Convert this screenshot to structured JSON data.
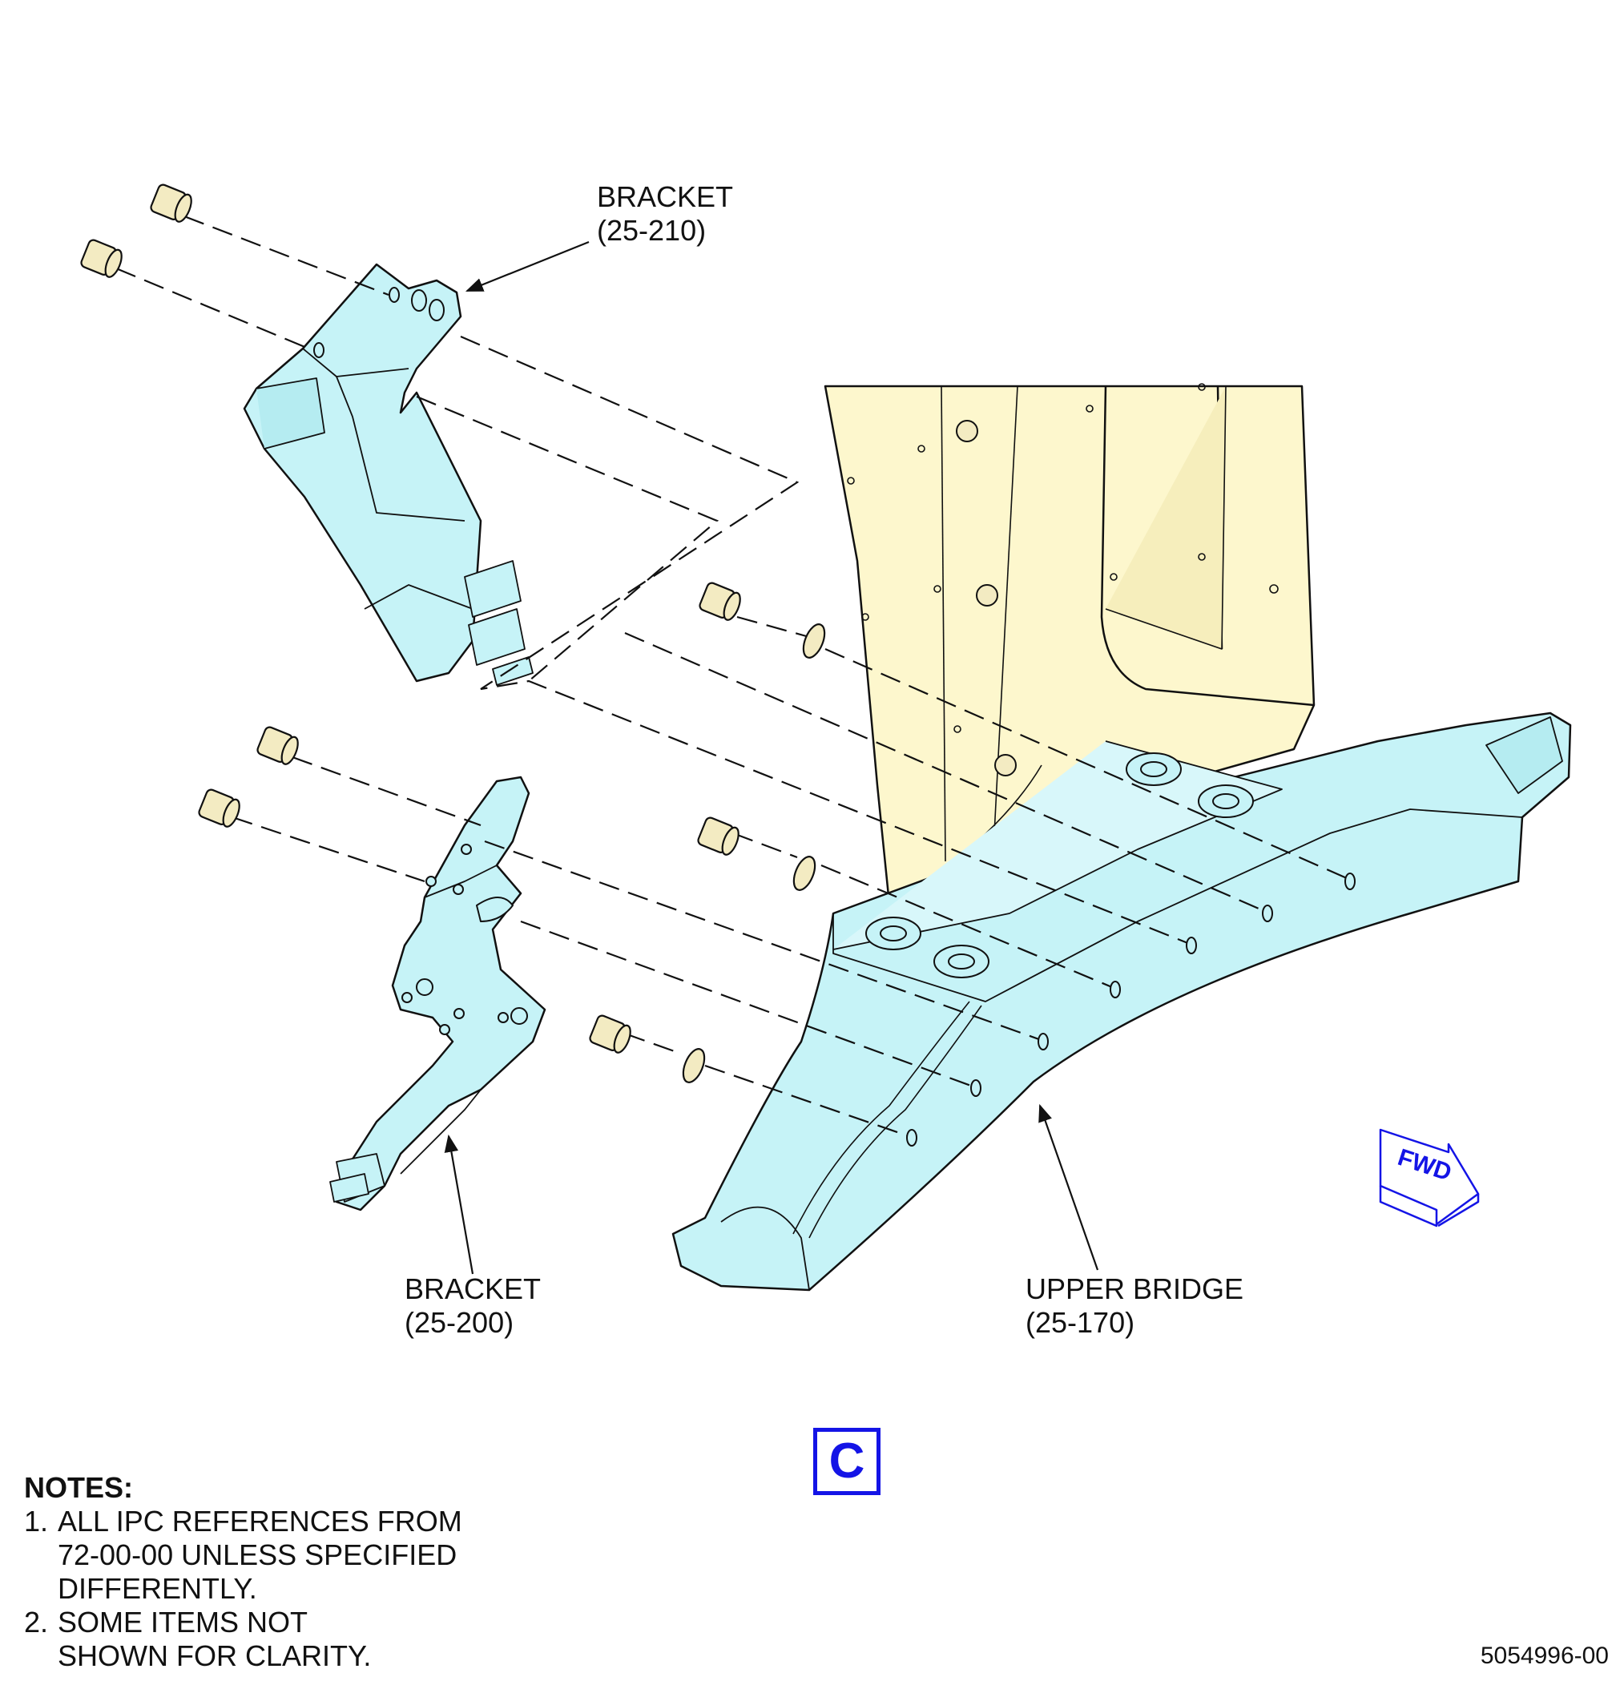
{
  "labels": {
    "bracket_top": {
      "name": "BRACKET",
      "ref": "(25-210)"
    },
    "bracket_bottom": {
      "name": "BRACKET",
      "ref": "(25-200)"
    },
    "upper_bridge": {
      "name": "UPPER BRIDGE",
      "ref": "(25-170)"
    }
  },
  "fwd_arrow": {
    "text": "FWD",
    "color": "#1414e6"
  },
  "view_letter": "C",
  "notes": {
    "title": "NOTES:",
    "items": [
      {
        "num": "1.",
        "text": "ALL IPC REFERENCES FROM\n72-00-00 UNLESS SPECIFIED\nDIFFERENTLY."
      },
      {
        "num": "2.",
        "text": "SOME ITEMS NOT\nSHOWN FOR CLARITY."
      }
    ]
  },
  "drawing_number": "5054996-00",
  "colors": {
    "bracket_fill": "#c6f3f7",
    "bridge_fill": "#c6f3f7",
    "structure_fill": "#fdf7cd",
    "fastener_fill": "#f3ebc2",
    "line": "#111111",
    "accent": "#1414e6"
  }
}
